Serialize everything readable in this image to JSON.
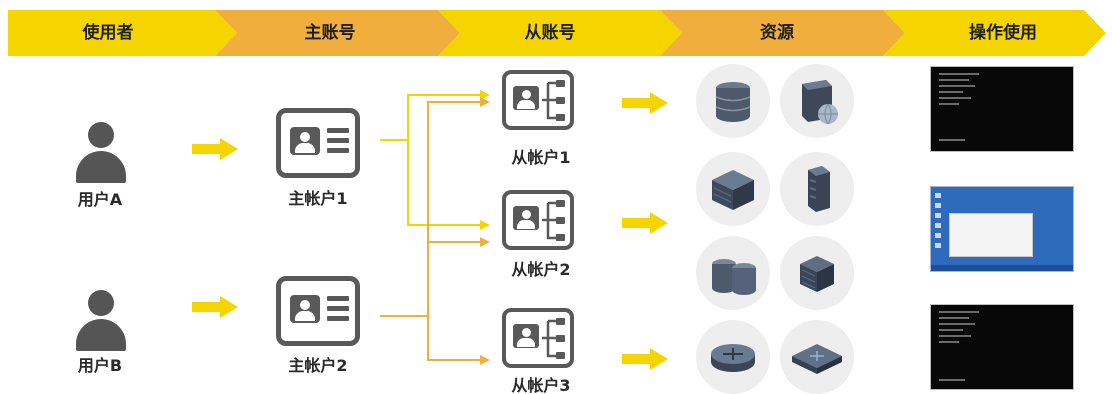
{
  "header": {
    "columns": [
      "使用者",
      "主账号",
      "从账号",
      "资源",
      "操作使用"
    ],
    "color": "#F5D400",
    "color_alt": "#F0AE3C"
  },
  "users": [
    {
      "label": "用户A"
    },
    {
      "label": "用户B"
    }
  ],
  "master_accounts": [
    {
      "label": "主帐户1"
    },
    {
      "label": "主帐户2"
    }
  ],
  "sub_accounts": [
    {
      "label": "从帐户1"
    },
    {
      "label": "从帐户2"
    },
    {
      "label": "从帐户3"
    }
  ],
  "resources": [
    {
      "icon": "database-icon"
    },
    {
      "icon": "web-server-icon"
    },
    {
      "icon": "server-box-icon"
    },
    {
      "icon": "tower-server-icon"
    },
    {
      "icon": "storage-cluster-icon"
    },
    {
      "icon": "network-cube-icon"
    },
    {
      "icon": "router-icon"
    },
    {
      "icon": "switch-icon"
    }
  ],
  "screens": [
    {
      "type": "terminal"
    },
    {
      "type": "windows-desktop"
    },
    {
      "type": "terminal"
    }
  ],
  "colors": {
    "arrow": "#F5D400",
    "connector_yellow": "#F5D400",
    "connector_orange": "#F0AE3C",
    "icon_gray": "#595959"
  }
}
